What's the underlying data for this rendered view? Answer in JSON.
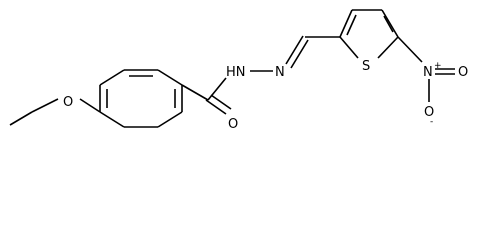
{
  "molecule": {
    "atoms": {
      "ether_oxygen": "O",
      "carbonyl_oxygen": "O",
      "hydrazide_nh": "HN",
      "imine_nitrogen": "N",
      "thiophene_sulfur": "S",
      "nitro_nitrogen": "N",
      "nitro_nitrogen_charge": "+",
      "nitro_oxygen_top": "O",
      "nitro_oxygen_bottom": "O",
      "nitro_oxygen_charge": "-"
    }
  }
}
